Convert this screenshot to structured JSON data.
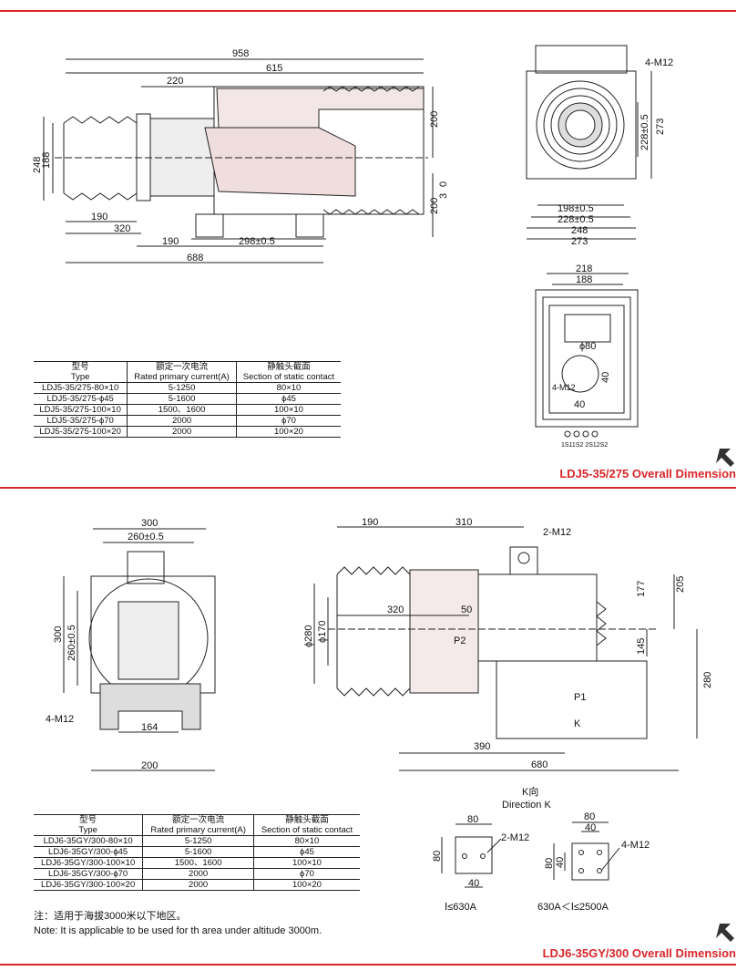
{
  "section1": {
    "title": "LDJ5-35/275 Overall Dimension",
    "side_dims": [
      "958",
      "615",
      "220",
      "200",
      "248",
      "188",
      "0",
      "3",
      "200",
      "190",
      "320",
      "190",
      "298±0.5",
      "688"
    ],
    "front_dims": [
      "4-M12",
      "228±0.5",
      "273",
      "198±0.5",
      "228±0.5",
      "248",
      "273"
    ],
    "bottom_dims": [
      "218",
      "188",
      "ϕ80",
      "40",
      "4-M12",
      "40"
    ],
    "terminals": "1S11S2 2S12S2",
    "table": {
      "headers": [
        [
          "型号",
          "Type"
        ],
        [
          "额定一次电流",
          "Rated primary current(A)"
        ],
        [
          "静触头截面",
          "Section of static contact"
        ]
      ],
      "rows": [
        [
          "LDJ5-35/275-80×10",
          "5-1250",
          "80×10"
        ],
        [
          "LDJ5-35/275-ϕ45",
          "5-1600",
          "ϕ45"
        ],
        [
          "LDJ5-35/275-100×10",
          "1500、1600",
          "100×10"
        ],
        [
          "LDJ5-35/275-ϕ70",
          "2000",
          "ϕ70"
        ],
        [
          "LDJ5-35/275-100×20",
          "2000",
          "100×20"
        ]
      ]
    }
  },
  "section2": {
    "title": "LDJ6-35GY/300 Overall Dimension",
    "front_dims": [
      "300",
      "260±0.5",
      "300",
      "260±0.5",
      "4-M12",
      "164",
      "200"
    ],
    "side_dims": [
      "190",
      "310",
      "2-M12",
      "205",
      "177",
      "ϕ280",
      "ϕ170",
      "320",
      "50",
      "P2",
      "145",
      "280",
      "P1",
      "K",
      "390",
      "680"
    ],
    "direction": {
      "cn": "K向",
      "en": "Direction K"
    },
    "k_views": [
      {
        "dims": [
          "80",
          "80",
          "40"
        ],
        "label": "2-M12",
        "caption": "Ⅰ≤630A"
      },
      {
        "dims": [
          "80",
          "40",
          "80",
          "40"
        ],
        "label": "4-M12",
        "caption": "630A＜Ⅰ≤2500A"
      }
    ],
    "table": {
      "headers": [
        [
          "型号",
          "Type"
        ],
        [
          "额定一次电流",
          "Rated primary current(A)"
        ],
        [
          "静触头截面",
          "Section of static contact"
        ]
      ],
      "rows": [
        [
          "LDJ6-35GY/300-80×10",
          "5-1250",
          "80×10"
        ],
        [
          "LDJ6-35GY/300-ϕ45",
          "5-1600",
          "ϕ45"
        ],
        [
          "LDJ6-35GY/300-100×10",
          "1500、1600",
          "100×10"
        ],
        [
          "LDJ6-35GY/300-ϕ70",
          "2000",
          "ϕ70"
        ],
        [
          "LDJ6-35GY/300-100×20",
          "2000",
          "100×20"
        ]
      ]
    },
    "note_cn": "注：适用于海拔3000米以下地区。",
    "note_en": "Note: It is applicable to be used for th area under altitude 3000m."
  },
  "colors": {
    "accent": "#d9262b"
  }
}
